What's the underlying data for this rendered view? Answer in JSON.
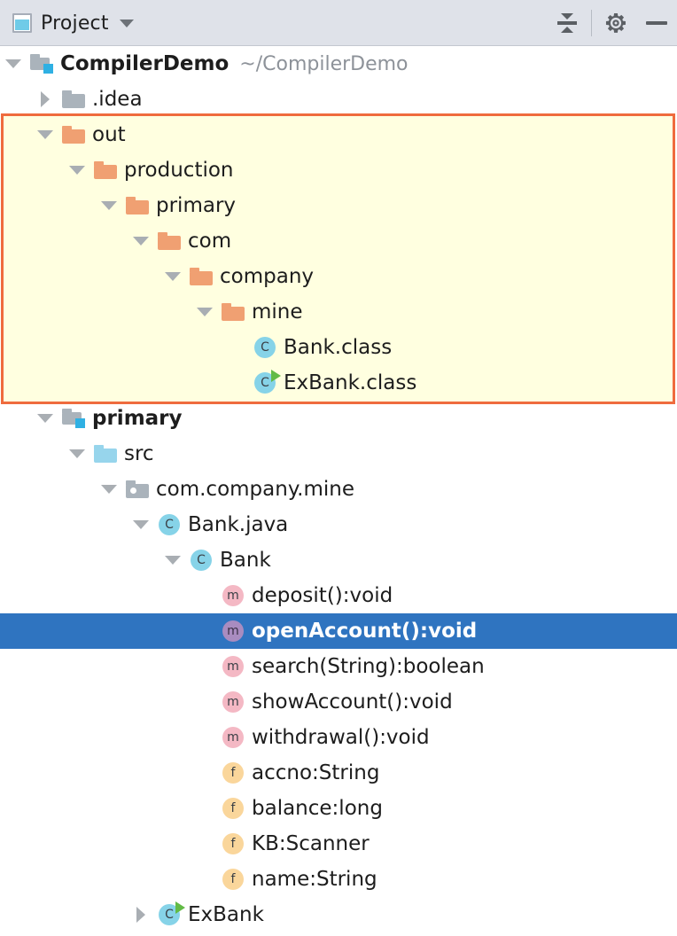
{
  "toolbar": {
    "title": "Project",
    "dropdown_icon": "chevron-down-icon",
    "buttons": [
      {
        "name": "collapse-all-button",
        "icon": "collapse-all-icon",
        "label": ""
      },
      {
        "name": "settings-button",
        "icon": "gear-icon",
        "label": ""
      },
      {
        "name": "minimize-button",
        "icon": "minimize-icon",
        "label": ""
      }
    ],
    "background": "#dfe2e9"
  },
  "colors": {
    "selection": "#2f74c0",
    "highlight_background": "#ffffe0",
    "highlight_border": "#ef6b3e",
    "folder_orange": "#f0a072",
    "folder_gray": "#aab3bb",
    "folder_blue": "#97d5ec",
    "module_marker": "#2fb0e3",
    "class_badge": "#86d3e8",
    "method_badge": "#f4b8c4",
    "field_badge": "#fad69b",
    "run_marker": "#62bb46",
    "path_text": "#8d9299"
  },
  "tree": {
    "rows": [
      {
        "id": "compilerdemo",
        "label": "CompilerDemo",
        "secondary": "~/CompilerDemo",
        "depth": 0,
        "arrow": "expanded",
        "icon": "module-folder-icon",
        "bold": true,
        "selected": false,
        "highlighted": false
      },
      {
        "id": "idea",
        "label": ".idea",
        "secondary": "",
        "depth": 1,
        "arrow": "collapsed",
        "icon": "folder-gray-icon",
        "bold": false,
        "selected": false,
        "highlighted": false
      },
      {
        "id": "out",
        "label": "out",
        "secondary": "",
        "depth": 1,
        "arrow": "expanded",
        "icon": "folder-orange-icon",
        "bold": false,
        "selected": false,
        "highlighted": true
      },
      {
        "id": "production",
        "label": "production",
        "secondary": "",
        "depth": 2,
        "arrow": "expanded",
        "icon": "folder-orange-icon",
        "bold": false,
        "selected": false,
        "highlighted": true
      },
      {
        "id": "primary-out",
        "label": "primary",
        "secondary": "",
        "depth": 3,
        "arrow": "expanded",
        "icon": "folder-orange-icon",
        "bold": false,
        "selected": false,
        "highlighted": true
      },
      {
        "id": "com",
        "label": "com",
        "secondary": "",
        "depth": 4,
        "arrow": "expanded",
        "icon": "folder-orange-icon",
        "bold": false,
        "selected": false,
        "highlighted": true
      },
      {
        "id": "company",
        "label": "company",
        "secondary": "",
        "depth": 5,
        "arrow": "expanded",
        "icon": "folder-orange-icon",
        "bold": false,
        "selected": false,
        "highlighted": true
      },
      {
        "id": "mine",
        "label": "mine",
        "secondary": "",
        "depth": 6,
        "arrow": "expanded",
        "icon": "folder-orange-icon",
        "bold": false,
        "selected": false,
        "highlighted": true
      },
      {
        "id": "bank-class",
        "label": "Bank.class",
        "secondary": "",
        "depth": 7,
        "arrow": "none",
        "icon": "class-badge-icon",
        "bold": false,
        "selected": false,
        "highlighted": true
      },
      {
        "id": "exbank-class",
        "label": "ExBank.class",
        "secondary": "",
        "depth": 7,
        "arrow": "none",
        "icon": "class-runnable-badge-icon",
        "bold": false,
        "selected": false,
        "highlighted": true
      },
      {
        "id": "primary-module",
        "label": "primary",
        "secondary": "",
        "depth": 1,
        "arrow": "expanded",
        "icon": "module-folder-icon",
        "bold": true,
        "selected": false,
        "highlighted": false
      },
      {
        "id": "src",
        "label": "src",
        "secondary": "",
        "depth": 2,
        "arrow": "expanded",
        "icon": "folder-blue-icon",
        "bold": false,
        "selected": false,
        "highlighted": false
      },
      {
        "id": "package",
        "label": "com.company.mine",
        "secondary": "",
        "depth": 3,
        "arrow": "expanded",
        "icon": "package-icon",
        "bold": false,
        "selected": false,
        "highlighted": false
      },
      {
        "id": "bank-java",
        "label": "Bank.java",
        "secondary": "",
        "depth": 4,
        "arrow": "expanded",
        "icon": "class-badge-icon",
        "bold": false,
        "selected": false,
        "highlighted": false
      },
      {
        "id": "bank",
        "label": "Bank",
        "secondary": "",
        "depth": 5,
        "arrow": "expanded",
        "icon": "class-badge-icon",
        "bold": false,
        "selected": false,
        "highlighted": false
      },
      {
        "id": "deposit",
        "label": "deposit():void",
        "secondary": "",
        "depth": 6,
        "arrow": "none",
        "icon": "method-badge-icon",
        "bold": false,
        "selected": false,
        "highlighted": false
      },
      {
        "id": "openaccount",
        "label": "openAccount():void",
        "secondary": "",
        "depth": 6,
        "arrow": "none",
        "icon": "method-badge-icon",
        "bold": true,
        "selected": true,
        "highlighted": false
      },
      {
        "id": "search",
        "label": "search(String):boolean",
        "secondary": "",
        "depth": 6,
        "arrow": "none",
        "icon": "method-badge-icon",
        "bold": false,
        "selected": false,
        "highlighted": false
      },
      {
        "id": "showaccount",
        "label": "showAccount():void",
        "secondary": "",
        "depth": 6,
        "arrow": "none",
        "icon": "method-badge-icon",
        "bold": false,
        "selected": false,
        "highlighted": false
      },
      {
        "id": "withdrawal",
        "label": "withdrawal():void",
        "secondary": "",
        "depth": 6,
        "arrow": "none",
        "icon": "method-badge-icon",
        "bold": false,
        "selected": false,
        "highlighted": false
      },
      {
        "id": "accno",
        "label": "accno:String",
        "secondary": "",
        "depth": 6,
        "arrow": "none",
        "icon": "field-badge-icon",
        "bold": false,
        "selected": false,
        "highlighted": false
      },
      {
        "id": "balance",
        "label": "balance:long",
        "secondary": "",
        "depth": 6,
        "arrow": "none",
        "icon": "field-badge-icon",
        "bold": false,
        "selected": false,
        "highlighted": false
      },
      {
        "id": "kb",
        "label": "KB:Scanner",
        "secondary": "",
        "depth": 6,
        "arrow": "none",
        "icon": "field-badge-icon",
        "bold": false,
        "selected": false,
        "highlighted": false
      },
      {
        "id": "name",
        "label": "name:String",
        "secondary": "",
        "depth": 6,
        "arrow": "none",
        "icon": "field-badge-icon",
        "bold": false,
        "selected": false,
        "highlighted": false
      },
      {
        "id": "exbank",
        "label": "ExBank",
        "secondary": "",
        "depth": 4,
        "arrow": "collapsed",
        "icon": "class-runnable-badge-icon",
        "bold": false,
        "selected": false,
        "highlighted": false
      }
    ],
    "badge_letters": {
      "class": "C",
      "method": "m",
      "field": "f"
    }
  }
}
